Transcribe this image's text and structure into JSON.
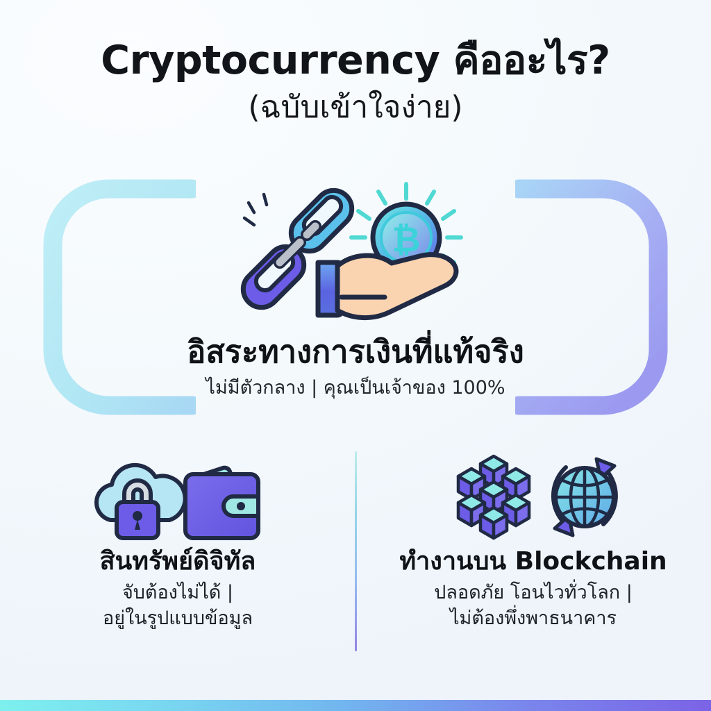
{
  "title": {
    "main": "Cryptocurrency คืออะไร?",
    "sub": "(ฉบับเข้าใจง่าย)"
  },
  "hero": {
    "illustration_name": "broken-chain-hand-bitcoin-illustration",
    "heading": "อิสระทางการเงินที่แท้จริง",
    "subheading": "ไม่มีตัวกลาง | คุณเป็นเจ้าของ 100%",
    "icons": [
      "broken-chain-icon",
      "open-hand-icon",
      "bitcoin-coin-icon"
    ]
  },
  "columns": [
    {
      "heading": "สินทรัพย์ดิจิทัล",
      "sub_line1": "จับต้องไม่ได้ |",
      "sub_line2": "อยู่ในรูปแบบข้อมูล",
      "icons": [
        "cloud-lock-icon",
        "wallet-icon"
      ]
    },
    {
      "heading": "ทำงานบน Blockchain",
      "sub_line1": "ปลอดภัย โอนไวทั่วโลก |",
      "sub_line2": "ไม่ต้องพึ่งพาธนาคาร",
      "icons": [
        "blockchain-nodes-icon",
        "globe-exchange-icon"
      ]
    }
  ],
  "colors": {
    "background": "#F5FAFD",
    "background_bottom": "#E9F1F9",
    "text_primary": "#0F1317",
    "bracket_left": "#B3E8F2",
    "bracket_right": "#A5A9F2",
    "accent_cyan": "#7DF0EE",
    "accent_blue": "#5BC0EB",
    "accent_purple": "#6C5CE7",
    "outline_navy": "#202A44",
    "skin": "#FAD3B0",
    "footer_gradient_start": "#7DF0EE",
    "footer_gradient_end": "#7B63E6"
  }
}
